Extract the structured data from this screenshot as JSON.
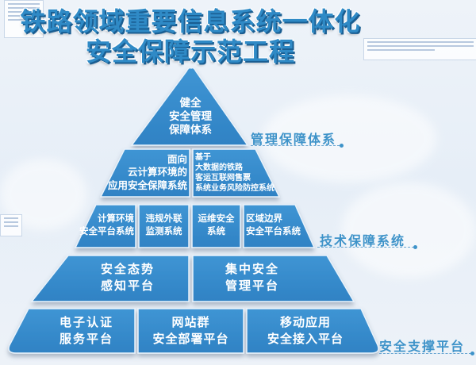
{
  "title": {
    "line1": "铁路领域重要信息系统一体化",
    "line2": "安全保障示范工程"
  },
  "colors": {
    "tier_fill": "#3a8fd0",
    "tier_border": "#e8f2fb",
    "title_text": "#2f8ac6",
    "side_label": "#3e93c9"
  },
  "pyramid": {
    "tier1": {
      "blocks": [
        {
          "lines": [
            "健全",
            "安全管理",
            "保障体系"
          ]
        }
      ]
    },
    "tier2": {
      "blocks": [
        {
          "lines": [
            "面向",
            "云计算环境的",
            "应用安全保障系统"
          ]
        },
        {
          "lines": [
            "基于",
            "大数据的铁路",
            "客运互联网售票",
            "系统业务风险防控系统"
          ]
        }
      ]
    },
    "tier3": {
      "blocks": [
        {
          "lines": [
            "计算环境",
            "安全平台系统"
          ]
        },
        {
          "lines": [
            "违规外联",
            "监测系统"
          ]
        },
        {
          "lines": [
            "运维安全",
            "系统"
          ]
        },
        {
          "lines": [
            "区域边界",
            "安全平台系统"
          ]
        }
      ]
    },
    "tier4": {
      "blocks": [
        {
          "lines": [
            "安全态势",
            "感知平台"
          ]
        },
        {
          "lines": [
            "集中安全",
            "管理平台"
          ]
        }
      ]
    },
    "tier5": {
      "blocks": [
        {
          "lines": [
            "电子认证",
            "服务平台"
          ]
        },
        {
          "lines": [
            "网站群",
            "安全部署平台"
          ]
        },
        {
          "lines": [
            "移动应用",
            "安全接入平台"
          ]
        }
      ]
    }
  },
  "side_labels": {
    "management": "管理保障体系",
    "technical": "技术保障系统",
    "support": "安全支撑平台"
  }
}
